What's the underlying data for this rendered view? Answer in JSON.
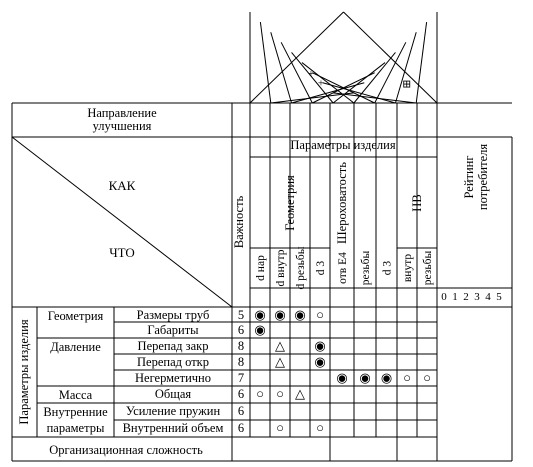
{
  "header": {
    "direction_line1": "Направление",
    "direction_line2": "улучшения",
    "kak": "КАК",
    "chto": "ЧТО",
    "importance": "Важность",
    "product_params": "Параметры изделия",
    "rating_line1": "Рейтинг",
    "rating_line2": "потребителя",
    "rating_scale": [
      "0",
      "1",
      "2",
      "3",
      "4",
      "5"
    ]
  },
  "column_groups": [
    {
      "label": "Геометрия",
      "span": 4
    },
    {
      "label": "Шероховатость",
      "span": 1
    },
    {
      "label": "HB",
      "span": 2
    }
  ],
  "columns": [
    "d нар",
    "d внутр",
    "d резьбы",
    "d 3",
    "отв E4",
    "резьбы",
    "d 3",
    "внутр",
    "резьбы"
  ],
  "row_side_label": "Параметры изделия",
  "row_groups": [
    {
      "label_lines": [
        "Геометрия"
      ],
      "rows": 2
    },
    {
      "label_lines": [
        "Давление"
      ],
      "rows": 3
    },
    {
      "label_lines": [
        "Масса"
      ],
      "rows": 1
    },
    {
      "label_lines": [
        "Внутренние",
        "параметры"
      ],
      "rows": 2
    }
  ],
  "rows": [
    {
      "name": "Размеры труб",
      "importance": "5",
      "cells": [
        "strong",
        "strong",
        "strong",
        "medium",
        "",
        "",
        "",
        "",
        ""
      ]
    },
    {
      "name": "Габариты",
      "importance": "6",
      "cells": [
        "strong",
        "",
        "",
        "",
        "",
        "",
        "",
        "",
        ""
      ]
    },
    {
      "name": "Перепад закр",
      "importance": "8",
      "cells": [
        "",
        "weak",
        "",
        "strong",
        "",
        "",
        "",
        "",
        ""
      ]
    },
    {
      "name": "Перепад откр",
      "importance": "8",
      "cells": [
        "",
        "weak",
        "",
        "strong",
        "",
        "",
        "",
        "",
        ""
      ]
    },
    {
      "name": "Негерметично",
      "importance": "7",
      "cells": [
        "",
        "",
        "",
        "",
        "strong",
        "strong",
        "strong",
        "medium",
        "medium"
      ]
    },
    {
      "name": "Общая",
      "importance": "6",
      "cells": [
        "medium",
        "medium",
        "weak",
        "",
        "",
        "",
        "",
        "",
        ""
      ]
    },
    {
      "name": "Усиление пружин",
      "importance": "6",
      "cells": [
        "",
        "",
        "",
        "",
        "",
        "",
        "",
        "",
        ""
      ]
    },
    {
      "name": "Внутренний объем",
      "importance": "6",
      "cells": [
        "",
        "medium",
        "",
        "medium",
        "",
        "",
        "",
        "",
        ""
      ]
    }
  ],
  "footer": "Организационная сложность",
  "roof_marks": [
    {
      "a": 1,
      "b": 4,
      "symbol": "+"
    },
    {
      "a": 2,
      "b": 4,
      "symbol": "+"
    },
    {
      "a": 6,
      "b": 8,
      "symbol": "⊞"
    }
  ],
  "legend_symbols": {
    "strong": "◉",
    "medium": "○",
    "weak": "△"
  }
}
